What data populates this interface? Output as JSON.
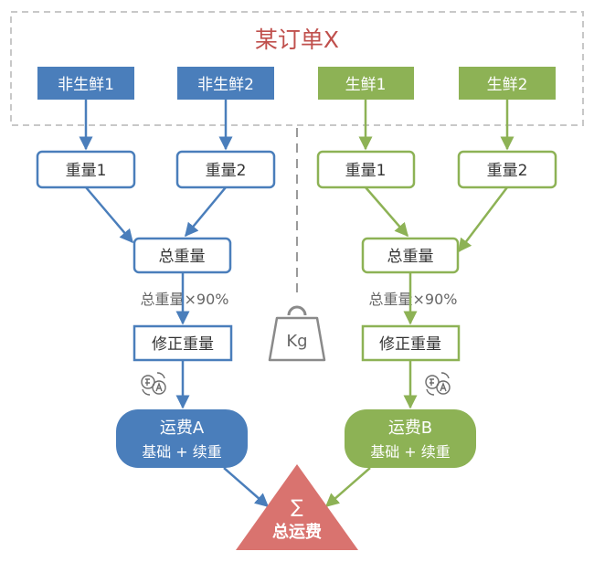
{
  "order_title": "某订单X",
  "non_fresh": {
    "items": [
      "非生鲜1",
      "非生鲜2"
    ],
    "weights": [
      "重量1",
      "重量2"
    ],
    "total_weight": "总重量",
    "formula": "总重量×90%",
    "corrected_weight": "修正重量",
    "freight_title": "运费A",
    "freight_subtitle": "基础 + 续重"
  },
  "fresh": {
    "items": [
      "生鲜1",
      "生鲜2"
    ],
    "weights": [
      "重量1",
      "重量2"
    ],
    "total_weight": "总重量",
    "formula": "总重量×90%",
    "corrected_weight": "修正重量",
    "freight_title": "运费B",
    "freight_subtitle": "基础 + 续重"
  },
  "scale_label": "Kg",
  "sum_symbol": "∑",
  "total_freight": "总运费",
  "colors": {
    "blue": "#4a7ebb",
    "green": "#8db255",
    "red": "#d9736f",
    "title_red": "#c0504d",
    "gray": "#9a9a9a"
  }
}
